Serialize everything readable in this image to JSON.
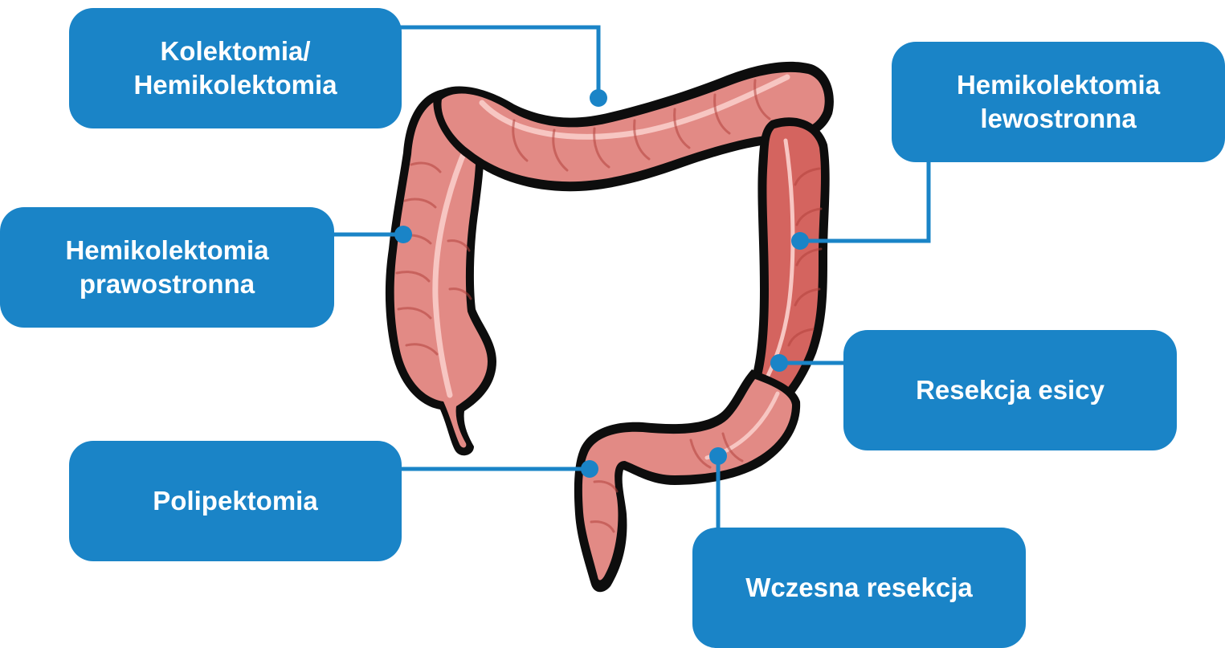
{
  "diagram": {
    "colors": {
      "accent": "#1a84c7",
      "tissue": "#e28a85",
      "tissue_dark": "#d4645f",
      "band": "#f7c6c2",
      "outline": "#0d0d0d"
    },
    "labels": {
      "colectomy": {
        "line1": "Kolektomia/",
        "line2": "Hemikolektomia"
      },
      "right_hemicolectomy": {
        "line1": "Hemikolektomia",
        "line2": "prawostronna"
      },
      "polypectomy": {
        "line1": "Polipektomia"
      },
      "left_hemicolectomy": {
        "line1": "Hemikolektomia",
        "line2": "lewostronna"
      },
      "sigmoid_resection": {
        "line1": "Resekcja esicy"
      },
      "early_resection": {
        "line1": "Wczesna resekcja"
      }
    }
  }
}
